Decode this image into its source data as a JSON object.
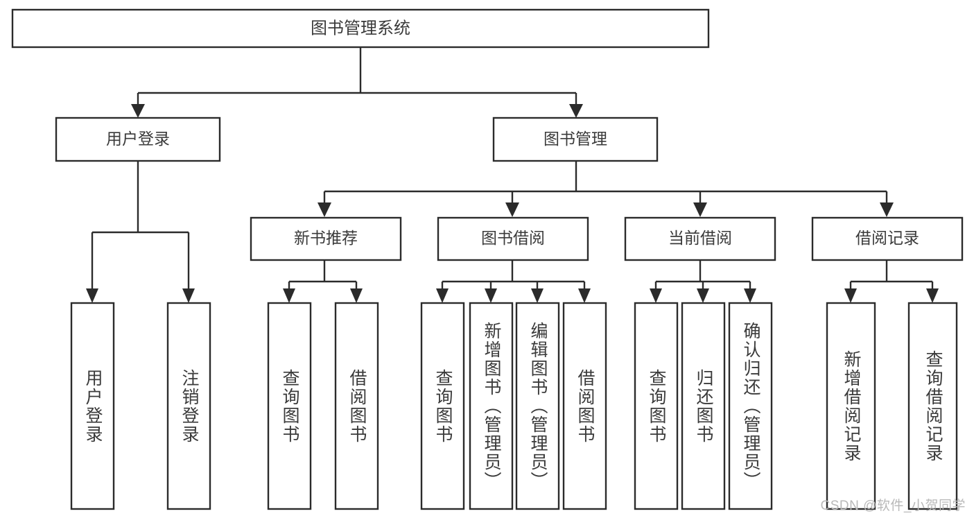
{
  "diagram": {
    "title": "图书管理系统",
    "watermark": "CSDN @软件_小贺同学",
    "line_color": "#2b2b2b",
    "box_fill": "#ffffff",
    "text_color": "#3a3a3a",
    "watermark_color": "#b9b9b9",
    "levels": {
      "root": {
        "label": "图书管理系统"
      },
      "level2": [
        {
          "label": "用户登录"
        },
        {
          "label": "图书管理"
        }
      ],
      "level3": [
        {
          "label": "新书推荐"
        },
        {
          "label": "图书借阅"
        },
        {
          "label": "当前借阅"
        },
        {
          "label": "借阅记录"
        }
      ],
      "leaves": [
        {
          "label": "用户登录",
          "parent": "用户登录"
        },
        {
          "label": "注销登录",
          "parent": "用户登录"
        },
        {
          "label": "查询图书",
          "parent": "新书推荐"
        },
        {
          "label": "借阅图书",
          "parent": "新书推荐"
        },
        {
          "label": "查询图书",
          "parent": "图书借阅"
        },
        {
          "label": "新增图书（管理员）",
          "parent": "图书借阅"
        },
        {
          "label": "编辑图书（管理员）",
          "parent": "图书借阅"
        },
        {
          "label": "借阅图书",
          "parent": "图书借阅"
        },
        {
          "label": "查询图书",
          "parent": "当前借阅"
        },
        {
          "label": "归还图书",
          "parent": "当前借阅"
        },
        {
          "label": "确认归还（管理员）",
          "parent": "当前借阅"
        },
        {
          "label": "新增借阅记录",
          "parent": "借阅记录"
        },
        {
          "label": "查询借阅记录",
          "parent": "借阅记录"
        }
      ]
    }
  }
}
